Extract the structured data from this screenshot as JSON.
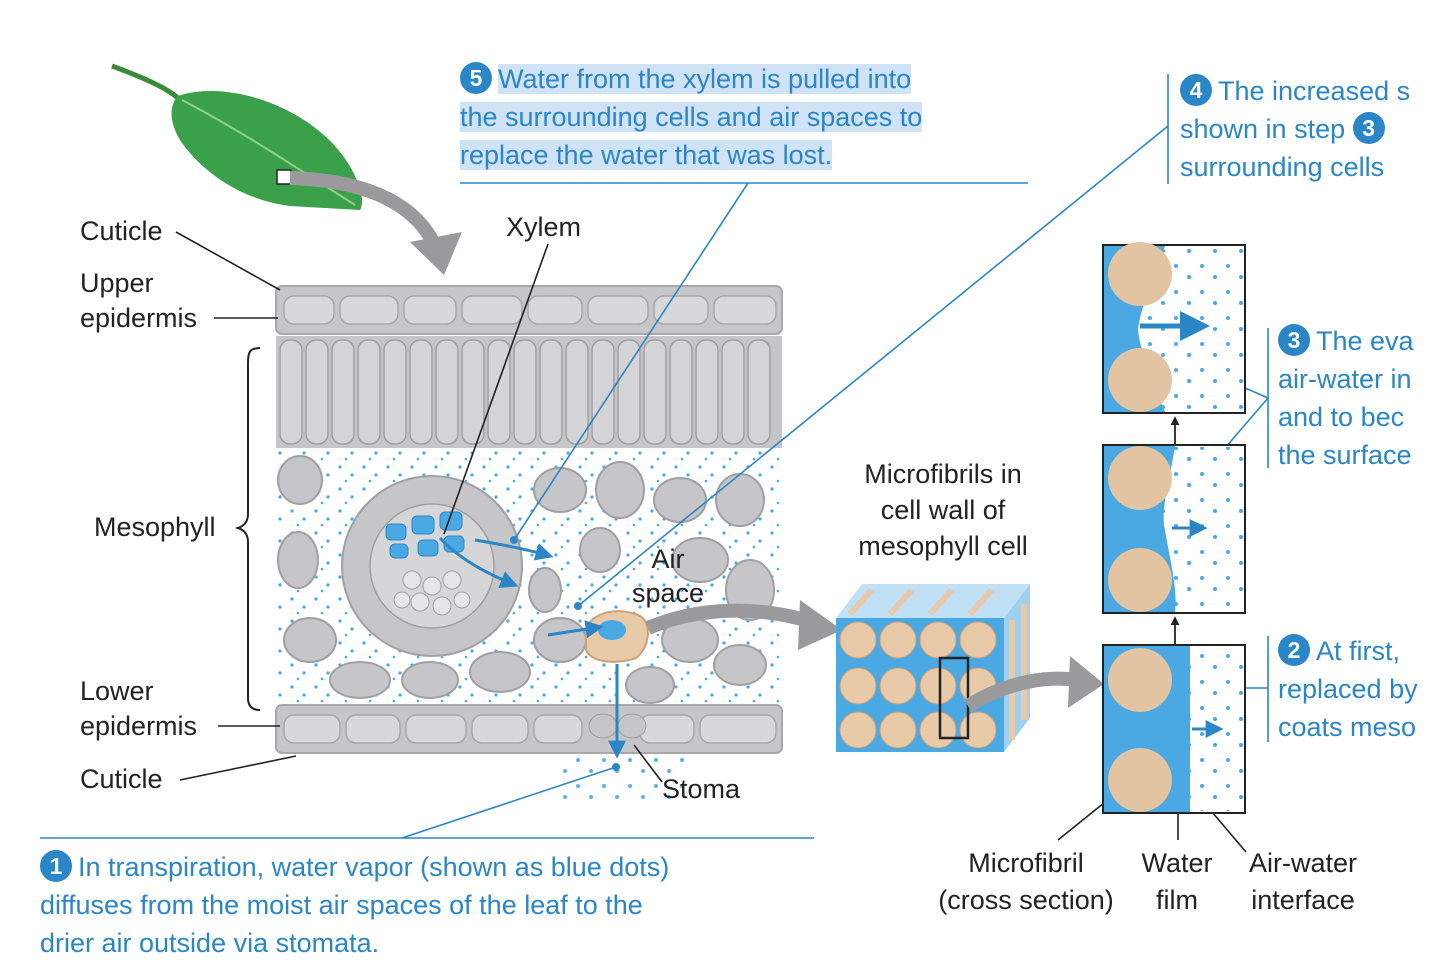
{
  "labels": {
    "cuticle_top": "Cuticle",
    "upper_epidermis": [
      "Upper",
      "epidermis"
    ],
    "mesophyll": "Mesophyll",
    "lower_epidermis": [
      "Lower",
      "epidermis"
    ],
    "cuticle_bottom": "Cuticle",
    "xylem": "Xylem",
    "air_space": [
      "Air",
      "space"
    ],
    "stoma": "Stoma",
    "microfibrils": [
      "Microfibrils in",
      "cell wall of",
      "mesophyll cell"
    ],
    "microfibril_cs": [
      "Microfibril",
      "(cross section)"
    ],
    "water_film": [
      "Water",
      "film"
    ],
    "air_water_interface": [
      "Air-water",
      "interface"
    ]
  },
  "captions": {
    "step1": {
      "number": "1",
      "lines": [
        "In transpiration, water vapor (shown as blue dots)",
        "diffuses from the moist air spaces of the leaf to the",
        "drier air outside via stomata."
      ]
    },
    "step2": {
      "number": "2",
      "lines": [
        "At first,",
        "replaced by",
        "coats meso"
      ]
    },
    "step3": {
      "number": "3",
      "lines": [
        "The eva",
        "air-water in",
        "and to bec",
        "the surface"
      ]
    },
    "step4": {
      "number": "4",
      "lines": [
        "The increased s",
        "shown in step",
        "surrounding cells"
      ],
      "inline_ref": "3"
    },
    "step5": {
      "number": "5",
      "lines": [
        "Water from the xylem is pulled into",
        "the surrounding cells and air spaces to",
        "replace the water that was lost."
      ]
    }
  },
  "colors": {
    "caption_blue": "#2a86c6",
    "water_blue": "#4aa9e2",
    "cell_gray": "#c6c6c8",
    "microfibril_tan": "#e8c9a8",
    "arrow_gray": "#9a9a9c",
    "highlight": "#cfe2f6"
  }
}
